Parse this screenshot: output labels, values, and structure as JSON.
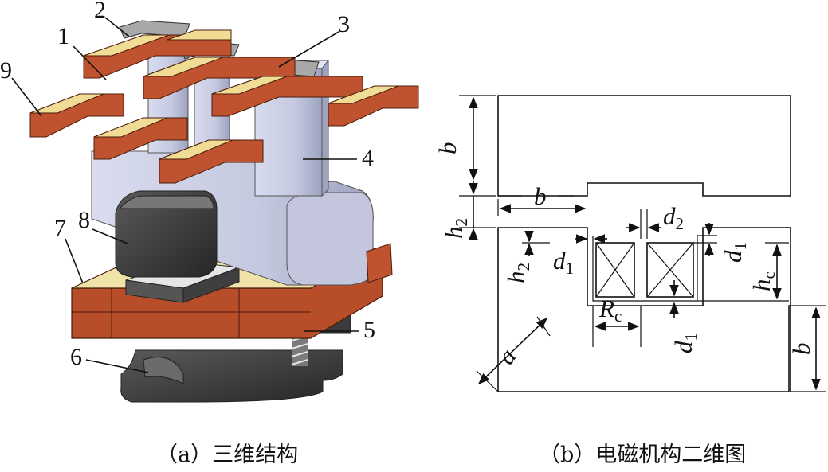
{
  "left_panel": {
    "part_numbers": [
      "1",
      "2",
      "3",
      "4",
      "5",
      "6",
      "7",
      "8",
      "9"
    ],
    "caption": "（a）三维结构",
    "colors": {
      "brick": "#c0532f",
      "brick_top": "#f1dc95",
      "core": "#c8cbe0",
      "dark": "#3a3a3a"
    }
  },
  "right_panel": {
    "caption": "（b）电磁机构二维图",
    "dimension_labels": {
      "b_top": "b",
      "h2_left": "h",
      "h2_left_sub": "2",
      "b_mid": "b",
      "d2": "d",
      "d2_sub": "2",
      "d1_right": "d",
      "d1_right_sub": "1",
      "h2_inner": "h",
      "h2_inner_sub": "2",
      "d1_left": "d",
      "d1_left_sub": "1",
      "hc": "h",
      "hc_sub": "c",
      "Rc": "R",
      "Rc_sub": "c",
      "d1_bottom": "d",
      "d1_bottom_sub": "1",
      "a": "a",
      "b_right": "b"
    }
  }
}
